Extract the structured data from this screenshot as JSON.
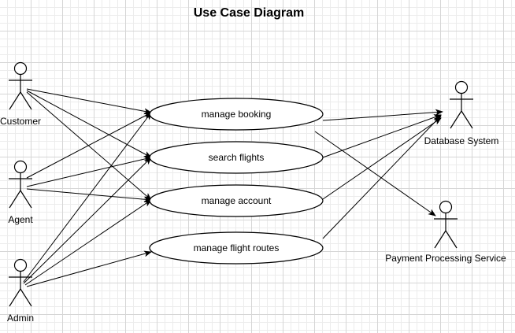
{
  "title": "Use Case Diagram",
  "actors": [
    {
      "id": "customer",
      "label": "Customer"
    },
    {
      "id": "agent",
      "label": "Agent"
    },
    {
      "id": "admin",
      "label": "Admin"
    },
    {
      "id": "database",
      "label": "Database System"
    },
    {
      "id": "payment",
      "label": "Payment Processing Service"
    }
  ],
  "use_cases": [
    {
      "id": "manage_booking",
      "label": "manage booking"
    },
    {
      "id": "search_flights",
      "label": "search flights"
    },
    {
      "id": "manage_account",
      "label": "manage account"
    },
    {
      "id": "manage_routes",
      "label": "manage flight routes"
    }
  ],
  "associations": [
    {
      "from": "customer",
      "to": "manage_booking"
    },
    {
      "from": "customer",
      "to": "search_flights"
    },
    {
      "from": "customer",
      "to": "manage_account"
    },
    {
      "from": "agent",
      "to": "manage_booking"
    },
    {
      "from": "agent",
      "to": "search_flights"
    },
    {
      "from": "agent",
      "to": "manage_account"
    },
    {
      "from": "admin",
      "to": "manage_booking"
    },
    {
      "from": "admin",
      "to": "search_flights"
    },
    {
      "from": "admin",
      "to": "manage_account"
    },
    {
      "from": "admin",
      "to": "manage_routes"
    },
    {
      "from": "manage_booking",
      "to": "database"
    },
    {
      "from": "search_flights",
      "to": "database"
    },
    {
      "from": "manage_account",
      "to": "database"
    },
    {
      "from": "manage_routes",
      "to": "database"
    },
    {
      "from": "manage_booking",
      "to": "payment"
    }
  ]
}
